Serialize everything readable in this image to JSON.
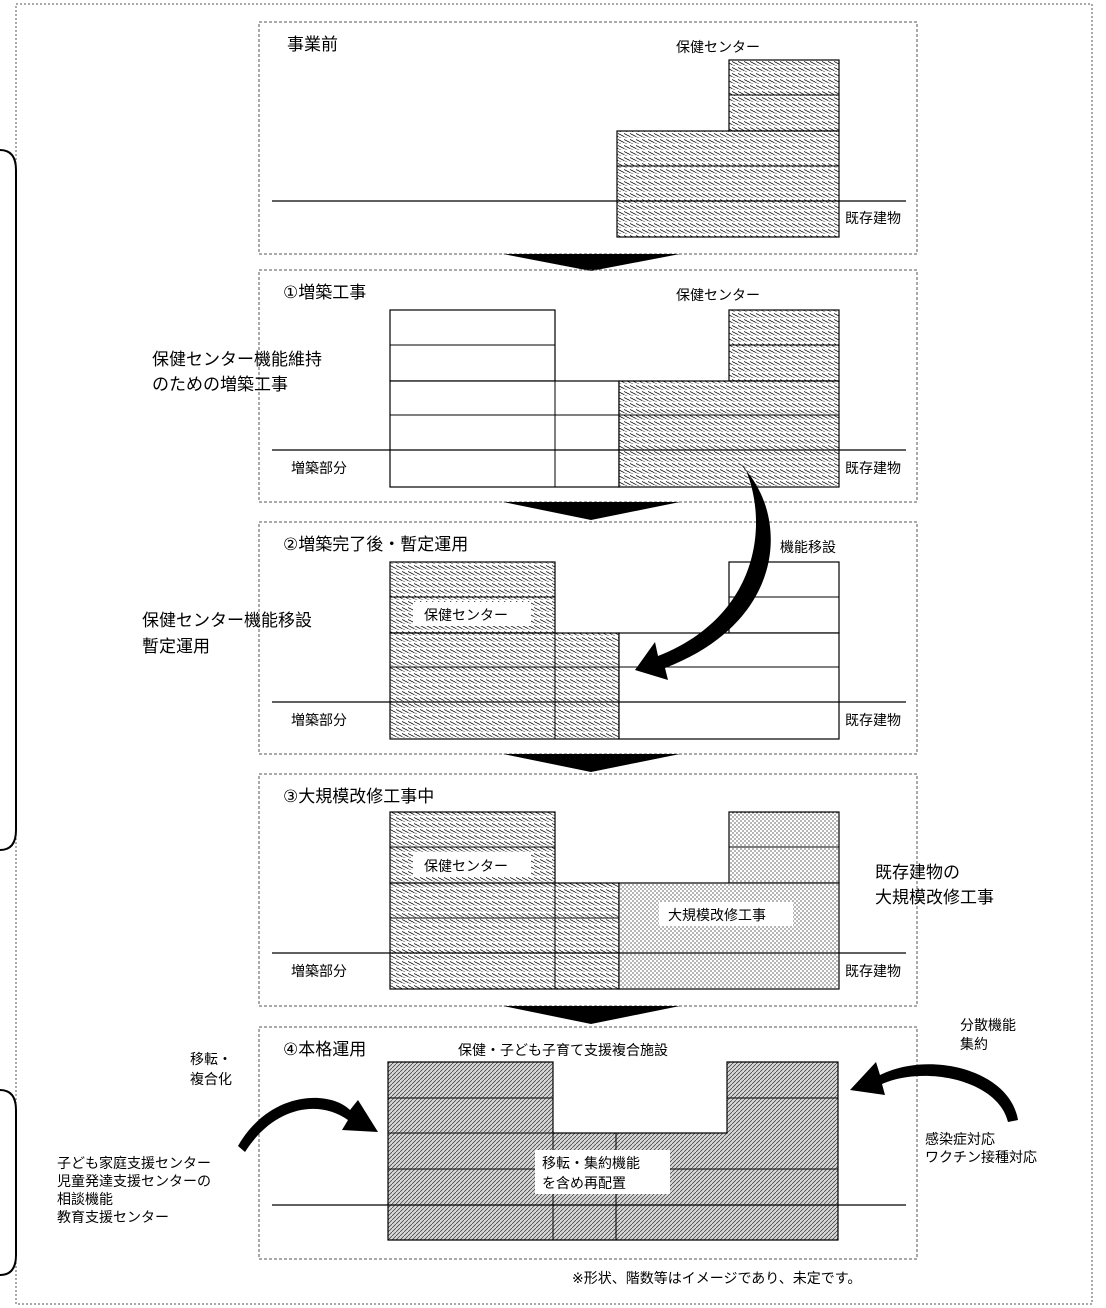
{
  "stages": [
    {
      "title": "事業前",
      "building_label": "保健センター",
      "existing_label": "既存建物"
    },
    {
      "title": "①増築工事",
      "building_label": "保健センター",
      "side_note": [
        "保健センター機能維持",
        "のための増築工事"
      ],
      "extension_label": "増築部分",
      "existing_label": "既存建物"
    },
    {
      "title": "②増築完了後・暫定運用",
      "inside_label": "保健センター",
      "side_note": [
        "保健センター機能移設",
        "暫定運用"
      ],
      "extension_label": "増築部分",
      "existing_label": "既存建物",
      "arrow_label": "機能移設"
    },
    {
      "title": "③大規模改修工事中",
      "inside_label": "保健センター",
      "renovation_label": "大規模改修工事",
      "side_note": [
        "既存建物の",
        "大規模改修工事"
      ],
      "extension_label": "増築部分",
      "existing_label": "既存建物"
    },
    {
      "title": "④本格運用",
      "facility_label": "保健・子ども子育て支援複合施設",
      "center_label": [
        "移転・集約機能",
        "を含め再配置"
      ],
      "left_arrow_label": [
        "移転・",
        "複合化"
      ],
      "left_items": [
        "子ども家庭支援センター",
        "児童発達支援センターの",
        "相談機能",
        "教育支援センター"
      ],
      "right_arrow_label": [
        "分散機能",
        "集約"
      ],
      "right_items": [
        "感染症対応",
        "ワクチン接種対応"
      ]
    }
  ],
  "footnote": "※形状、階数等はイメージであり、未定です。"
}
